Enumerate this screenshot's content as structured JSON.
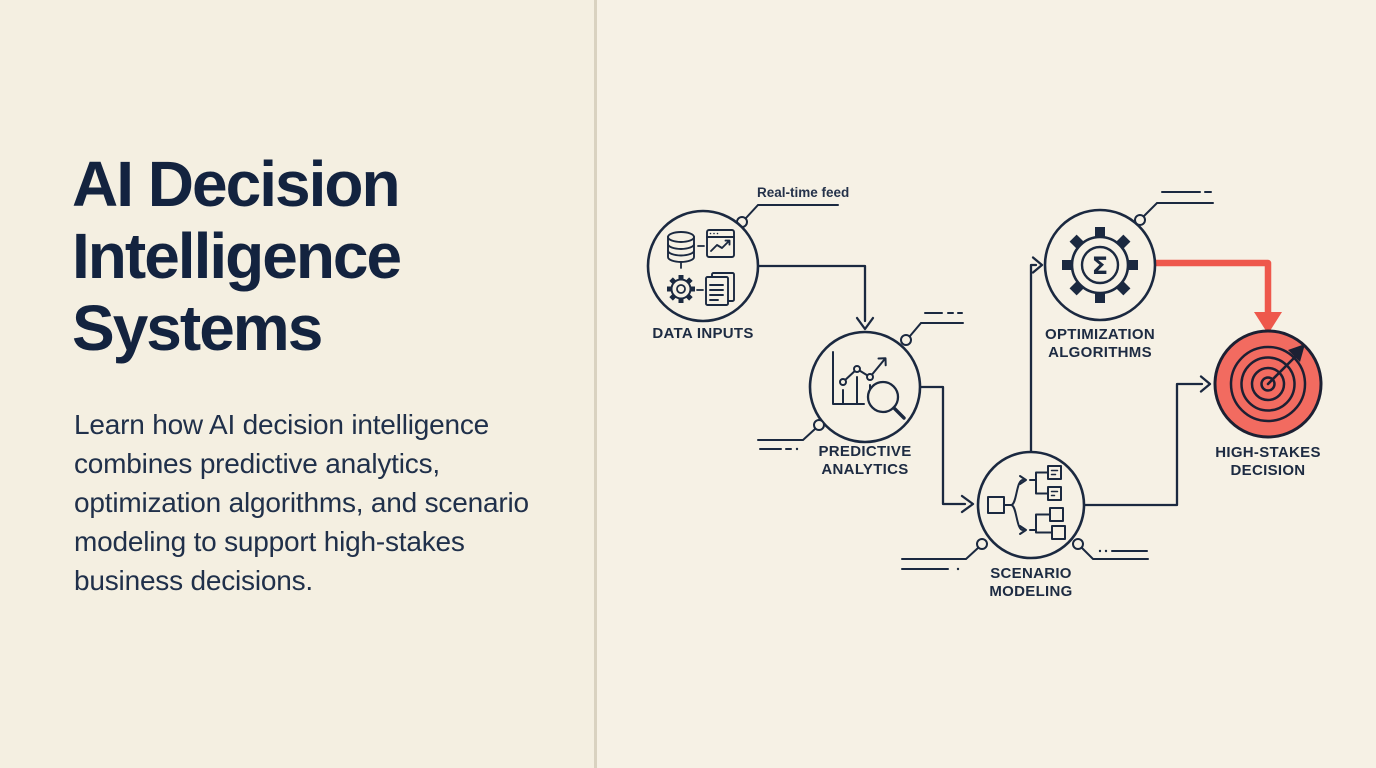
{
  "page": {
    "background": "#f5f0e3",
    "divider_color": "#d9d2c0"
  },
  "left_panel": {
    "title": "AI Decision Intelligence Systems",
    "description": "Learn how AI decision intelligence combines predictive analytics, optimization algorithms, and scenario modeling to support high-stakes business decisions."
  },
  "diagram": {
    "callout_label": "Real-time feed",
    "sigma_glyph": "Σ",
    "nodes": [
      {
        "id": "data-inputs",
        "label": "DATA INPUTS",
        "icon": "data-sources-icon",
        "style": "outline"
      },
      {
        "id": "predictive-analytics",
        "label": "PREDICTIVE ANALYTICS",
        "icon": "trend-chart-magnifier-icon",
        "style": "outline"
      },
      {
        "id": "scenario-modeling",
        "label": "SCENARIO MODELING",
        "icon": "decision-tree-icon",
        "style": "outline"
      },
      {
        "id": "optimization-algorithms",
        "label": "OPTIMIZATION ALGORITHMS",
        "icon": "gear-sigma-icon",
        "style": "outline"
      },
      {
        "id": "high-stakes-decision",
        "label": "HIGH-STAKES DECISION",
        "icon": "target-dart-icon",
        "style": "filled-red"
      }
    ],
    "edges": [
      {
        "from": "data-inputs",
        "to": "predictive-analytics",
        "style": "thin-dark"
      },
      {
        "from": "predictive-analytics",
        "to": "scenario-modeling",
        "style": "thin-dark"
      },
      {
        "from": "scenario-modeling",
        "to": "optimization-algorithms",
        "style": "thin-dark"
      },
      {
        "from": "scenario-modeling",
        "to": "high-stakes-decision",
        "style": "thin-dark"
      },
      {
        "from": "optimization-algorithms",
        "to": "high-stakes-decision",
        "style": "thick-red"
      }
    ],
    "colors": {
      "ink": "#1b2940",
      "accent_red": "#ee584c",
      "accent_red_fill": "#f26b60"
    }
  }
}
